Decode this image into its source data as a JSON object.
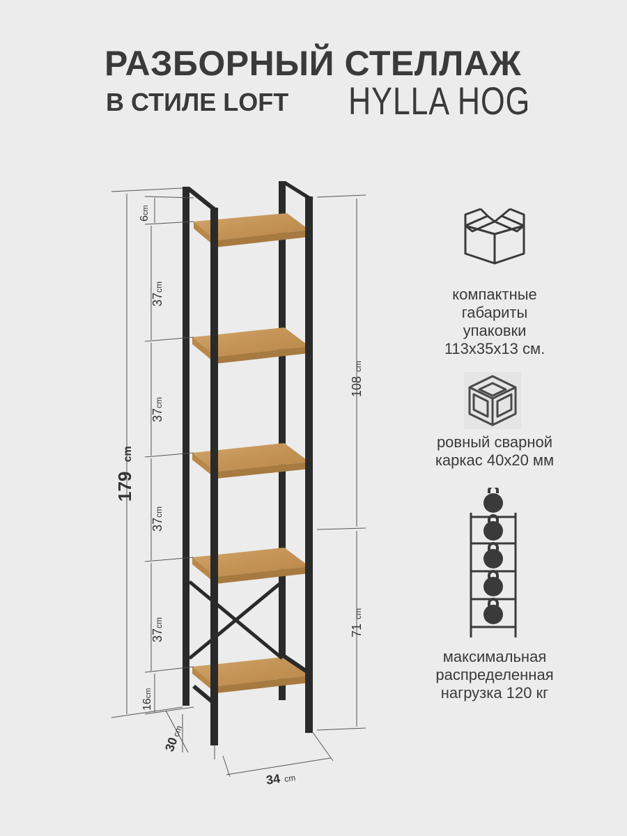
{
  "header": {
    "title": "РАЗБОРНЫЙ СТЕЛЛАЖ",
    "subtitle": "В СТИЛЕ LOFT",
    "model": "HYLLA HOG"
  },
  "dimensions": {
    "height_total": "179",
    "top_gap": "6",
    "shelf_gap_1": "37",
    "shelf_gap_2": "37",
    "shelf_gap_3": "37",
    "shelf_gap_4": "37",
    "bottom_gap": "16",
    "upper_section": "108",
    "lower_section": "71",
    "depth": "30",
    "width": "34",
    "unit": "cm"
  },
  "features": [
    {
      "icon": "box-icon",
      "text": [
        "компактные",
        "габариты",
        "упаковки",
        "113х35х13 см."
      ]
    },
    {
      "icon": "welded-frame-icon",
      "text": [
        "ровный сварной",
        "каркас 40х20 мм"
      ]
    },
    {
      "icon": "rack-weights-icon",
      "text": [
        "максимальная",
        "распределенная",
        "нагрузка  120 кг"
      ]
    }
  ],
  "colors": {
    "background": "#ececec",
    "frame": "#2a2a2a",
    "wood": "#c79a5c",
    "text": "#3a3a3a"
  }
}
